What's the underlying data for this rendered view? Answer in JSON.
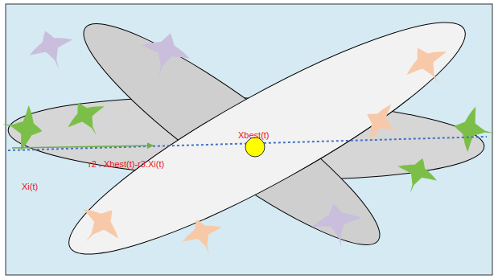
{
  "diagram": {
    "labels": [
      "Xbest(t)",
      "r2 . Xbest(t)-r3.Xi(t)",
      "Xi(t)"
    ]
  }
}
